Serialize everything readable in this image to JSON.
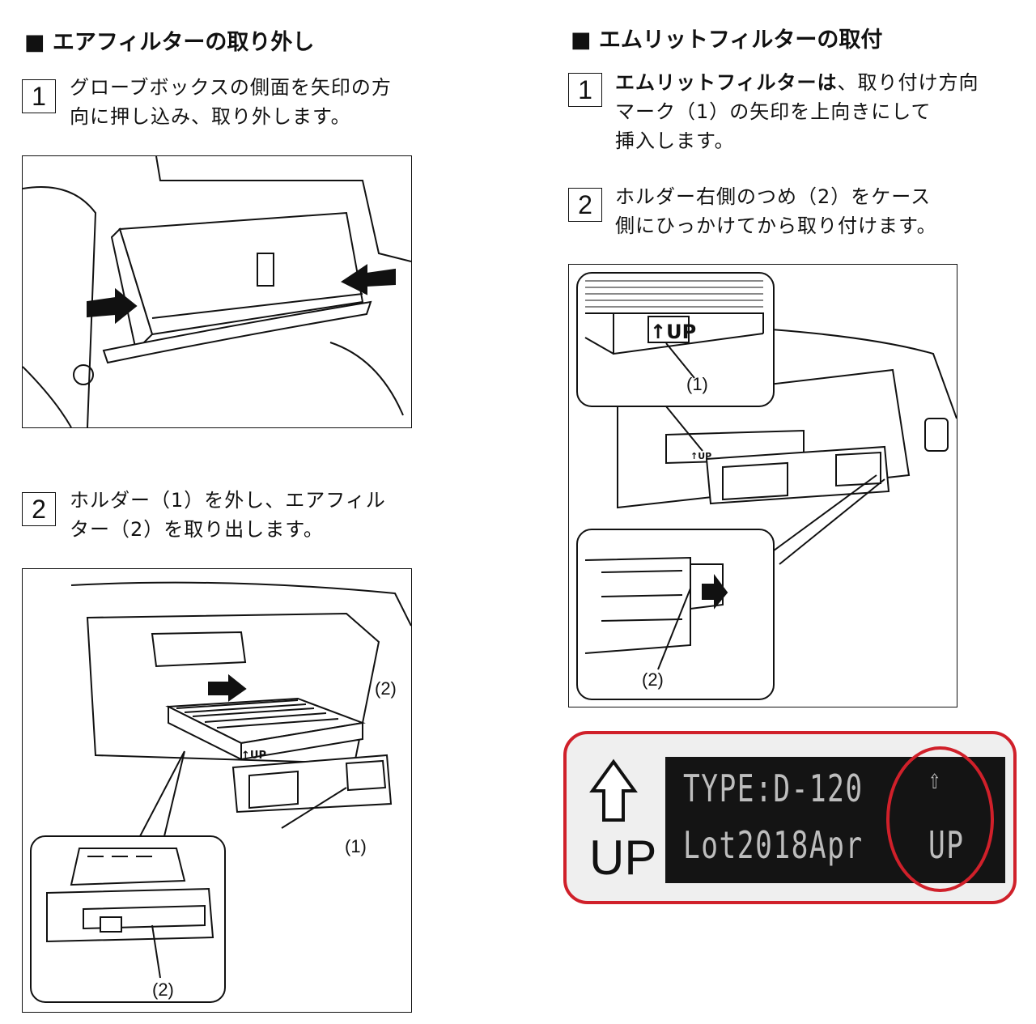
{
  "left": {
    "heading": "■ エアフィルターの取り外し",
    "steps": [
      {
        "num": "1",
        "lines": [
          "グローブボックスの側面を矢印の方",
          "向に押し込み、取り外します。"
        ]
      },
      {
        "num": "2",
        "lines": [
          "ホルダー（1）を外し、エアフィル",
          "ター（2）を取り出します。"
        ]
      }
    ],
    "figure2_labels": {
      "filter": "(2)",
      "holder": "(1)",
      "inset": "(2)",
      "mark": "↑UP"
    }
  },
  "right": {
    "heading": "■ エムリットフィルターの取付",
    "steps": [
      {
        "num": "1",
        "bold": "エムリットフィルターは",
        "lines": [
          "、取り付け方向",
          "マーク（1）の矢印を上向きにして",
          "挿入します。"
        ]
      },
      {
        "num": "2",
        "lines": [
          "ホルダー右側のつめ（2）をケース",
          "側にひっかけてから取り付けます。"
        ]
      }
    ],
    "figure3_labels": {
      "mark": "↑UP",
      "mark_callout": "(1)",
      "claw_callout": "(2)",
      "small_mark": "↑UP"
    },
    "label_photo": {
      "arrow_caption": "UP",
      "line1": "TYPE:D-120",
      "line2": "Lot2018Apr",
      "mark_arrow": "⇧",
      "mark_text": "UP"
    }
  },
  "colors": {
    "highlight": "#d0202a"
  }
}
